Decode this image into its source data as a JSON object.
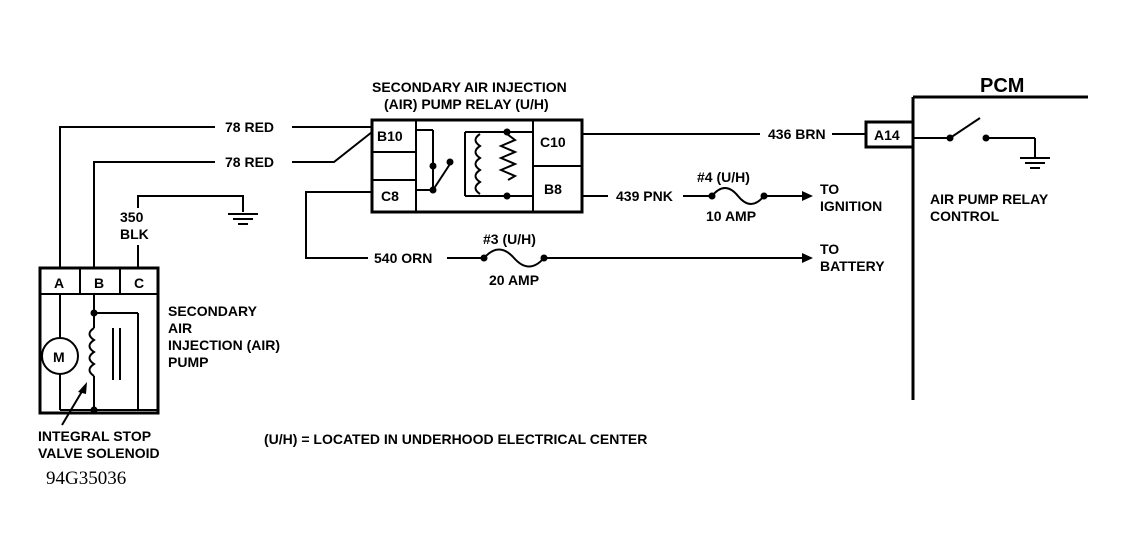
{
  "relay": {
    "title_line1": "SECONDARY AIR INJECTION",
    "title_line2": "(AIR) PUMP RELAY (U/H)",
    "pins": [
      "B10",
      "C8",
      "C10",
      "B8"
    ]
  },
  "pump": {
    "label_line1": "SECONDARY",
    "label_line2": "AIR",
    "label_line3": "INJECTION (AIR)",
    "label_line4": "PUMP",
    "pins": [
      "A",
      "B",
      "C"
    ],
    "motor": "M",
    "solenoid_line1": "INTEGRAL STOP",
    "solenoid_line2": "VALVE SOLENOID"
  },
  "wires": {
    "red_upper": "78 RED",
    "red_lower": "78 RED",
    "ground_gauge": "350",
    "ground_color": "BLK",
    "brn": "436 BRN",
    "pnk": "439 PNK",
    "orn": "540 ORN"
  },
  "fuses": {
    "f4_name": "#4 (U/H)",
    "f4_rating": "10 AMP",
    "f3_name": "#3 (U/H)",
    "f3_rating": "20 AMP"
  },
  "destinations": {
    "ignition_line1": "TO",
    "ignition_line2": "IGNITION",
    "battery_line1": "TO",
    "battery_line2": "BATTERY"
  },
  "pcm": {
    "title": "PCM",
    "pin": "A14",
    "control_line1": "AIR PUMP RELAY",
    "control_line2": "CONTROL"
  },
  "legend": "(U/H) =  LOCATED IN UNDERHOOD ELECTRICAL CENTER",
  "figure_id": "94G35036",
  "icons": [
    "ground-icon",
    "fuse-icon",
    "arrow-icon",
    "relay-coil-icon",
    "motor-icon",
    "switch-icon"
  ]
}
